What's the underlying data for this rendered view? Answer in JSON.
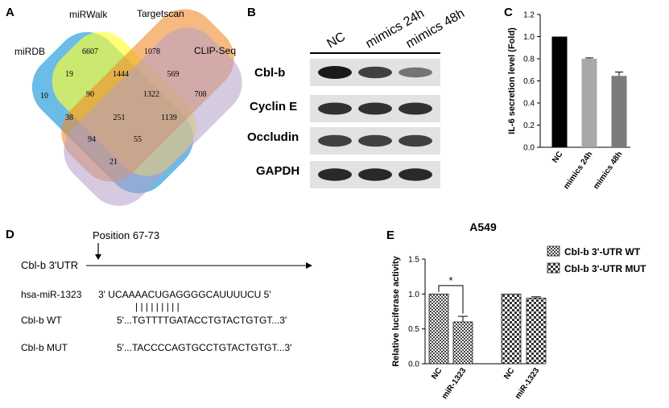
{
  "panels": {
    "A": "A",
    "B": "B",
    "C": "C",
    "D": "D",
    "E": "E"
  },
  "venn": {
    "sets": [
      {
        "name": "miRDB",
        "color": "#3aa6dd"
      },
      {
        "name": "miRWalk",
        "color": "#ffff33"
      },
      {
        "name": "Targetscan",
        "color": "#f08a2c"
      },
      {
        "name": "CLIP-Seq",
        "color": "#b49ec8"
      }
    ],
    "counts": {
      "miRDB_only": "10",
      "miRWalk_only": "6607",
      "Targetscan_only": "1078",
      "CLIPSeq_only": "708",
      "miRDB_miRWalk": "19",
      "miRWalk_Targetscan": "1444",
      "Targetscan_CLIPSeq": "569",
      "miRDB_miRWalk_Targetscan": "90",
      "miRWalk_Targetscan_CLIPSeq": "1322",
      "miRDB_Targetscan": "38",
      "all_four": "251",
      "miRWalk_CLIPSeq": "1139",
      "miRDB_Targetscan_CLIPSeq": "94",
      "miRDB_miRWalk_CLIPSeq": "55",
      "miRDB_CLIPSeq": "21"
    }
  },
  "blot": {
    "lanes": [
      "NC",
      "mimics 24h",
      "mimics 48h"
    ],
    "rows": [
      {
        "label": "Cbl-b",
        "intensity": [
          1.0,
          0.75,
          0.4
        ]
      },
      {
        "label": "Cyclin E",
        "intensity": [
          0.85,
          0.85,
          0.85
        ]
      },
      {
        "label": "Occludin",
        "intensity": [
          0.75,
          0.75,
          0.75
        ]
      },
      {
        "label": "GAPDH",
        "intensity": [
          0.9,
          0.9,
          0.9
        ]
      }
    ]
  },
  "sequences": {
    "position_label": "Position 67-73",
    "utr_label": "Cbl-b 3'UTR",
    "mirna_label": "hsa-miR-1323",
    "mirna_seq": "3' UCAAAACUGAGGGGCAUUUUCU 5'",
    "pairing": "| | | | | | |    | |",
    "wt_label": "Cbl-b WT",
    "wt_seq": "5'...TGTTTTGATACCTGTACTGTGT...3'",
    "mut_label": "Cbl-b MUT",
    "mut_seq": "5'...TACCCCAGTGCCTGTACTGTGT...3'"
  },
  "chart_data": [
    {
      "type": "bar",
      "panel": "C",
      "title": "",
      "categories": [
        "NC",
        "mimics 24h",
        "mimics 48h"
      ],
      "values": [
        1.0,
        0.8,
        0.645
      ],
      "errors": [
        0,
        0.008,
        0.035
      ],
      "colors": [
        "#000000",
        "#a8a8a8",
        "#7b7b7b"
      ],
      "xlabel": "",
      "ylabel": "IL-6  secretion level (Fold)",
      "ylim": [
        0,
        1.2
      ],
      "yticks": [
        "0.0",
        "0.2",
        "0.4",
        "0.6",
        "0.8",
        "1.0",
        "1.2"
      ]
    },
    {
      "type": "bar",
      "panel": "E",
      "title": "A549",
      "categories": [
        "NC",
        "miR-1323",
        "NC",
        "miR-1323"
      ],
      "values": [
        1.0,
        0.6,
        1.0,
        0.94
      ],
      "errors": [
        0,
        0.08,
        0,
        0.02
      ],
      "groups": [
        "Cbl-b 3'-UTR WT",
        "Cbl-b 3'-UTR WT",
        "Cbl-b 3'-UTR MUT",
        "Cbl-b 3'-UTR MUT"
      ],
      "series": [
        {
          "name": "Cbl-b 3'-UTR WT"
        },
        {
          "name": "Cbl-b 3'-UTR MUT"
        }
      ],
      "xlabel": "",
      "ylabel": "Relative luciferase activity",
      "ylim": [
        0,
        1.5
      ],
      "yticks": [
        "0.0",
        "0.5",
        "1.0",
        "1.5"
      ],
      "annotation": "*",
      "legend": "top-right"
    }
  ]
}
